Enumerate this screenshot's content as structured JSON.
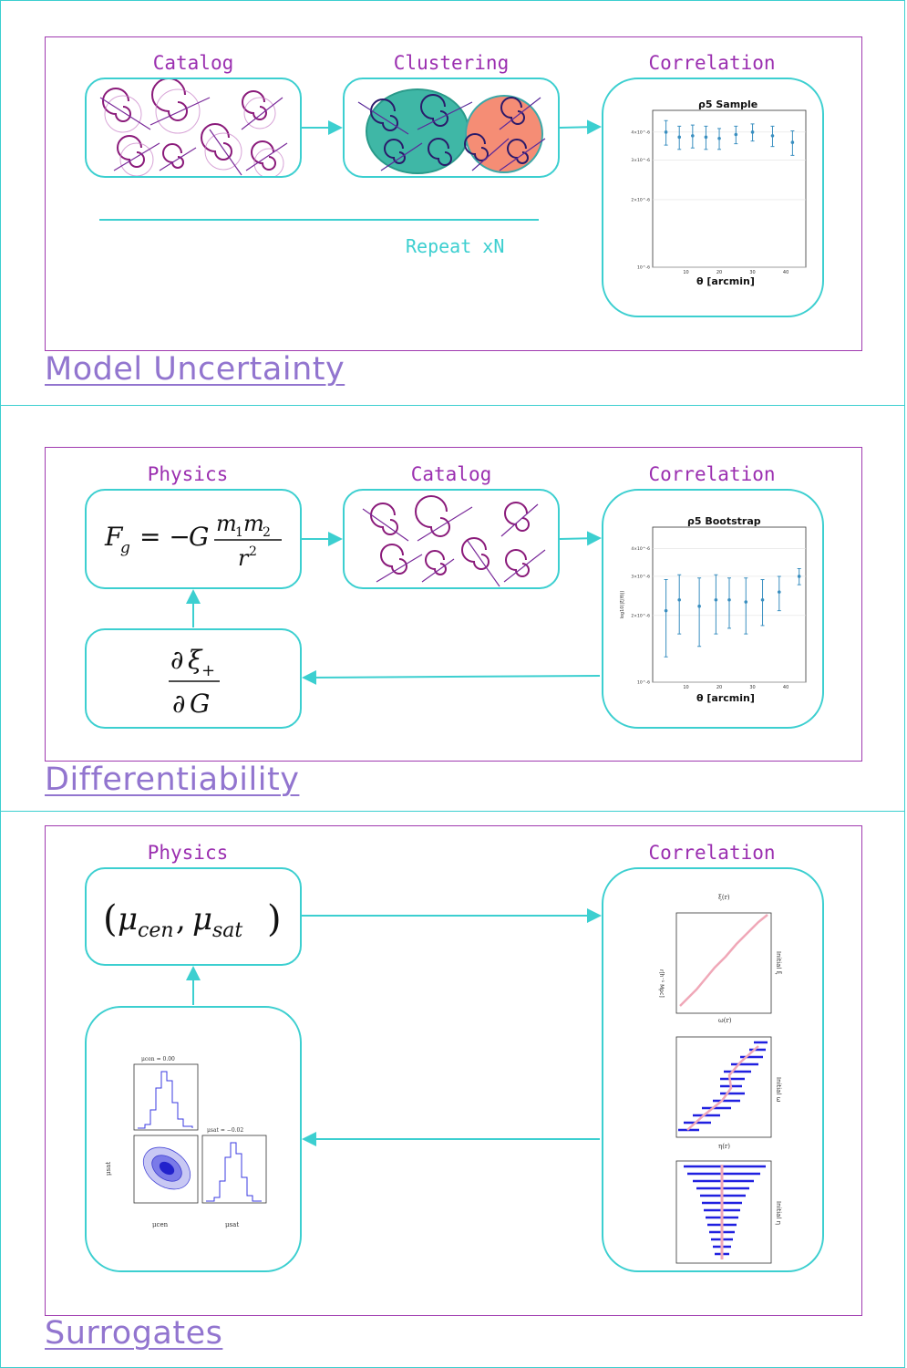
{
  "sections": {
    "model_uncertainty": {
      "title": "Model Uncertainty",
      "labels": {
        "catalog": "Catalog",
        "clustering": "Clustering",
        "correlation": "Correlation"
      },
      "repeat_text": "Repeat xN",
      "chart_title": "ρ5 Sample",
      "chart_xlabel": "θ [arcmin]"
    },
    "differentiability": {
      "title": "Differentiability",
      "labels": {
        "physics": "Physics",
        "catalog": "Catalog",
        "correlation": "Correlation"
      },
      "chart_title": "ρ5 Bootstrap",
      "chart_xlabel": "θ [arcmin]",
      "chart_ylabel": "log10(|ξ(θ)|)"
    },
    "surrogates": {
      "title": "Surrogates",
      "labels": {
        "physics": "Physics",
        "correlation": "Correlation"
      },
      "corner_titles": [
        "μcen = 0.00+0.16−0.19",
        "μsat = −0.02+0.06−0.05"
      ],
      "corner_xlabels": [
        "μcen",
        "μsat"
      ],
      "corner_ylabel": "μsat",
      "panel_titles": [
        "ξ(r)",
        "ω(r)",
        "η(r)"
      ],
      "panel_side": [
        "Initial ξ",
        "Initial ω",
        "Initial η"
      ]
    }
  },
  "colors": {
    "accent": "#3ccfd0",
    "frame": "#a03ab0",
    "title": "#9275cf",
    "teal_cluster": "#3fb7a6",
    "salmon_cluster": "#f58d75",
    "errorbar": "#3a8fc0"
  },
  "chart_data": [
    {
      "type": "scatter",
      "title": "ρ5 Sample",
      "xlabel": "θ [arcmin]",
      "ylabel": "",
      "x": [
        4,
        8,
        12,
        16,
        20,
        25,
        30,
        36,
        42
      ],
      "y": [
        4e-06,
        3.8e-06,
        3.85e-06,
        3.8e-06,
        3.75e-06,
        3.9e-06,
        4e-06,
        3.85e-06,
        3.6e-06
      ],
      "err": [
        5e-07,
        4.5e-07,
        4.5e-07,
        4.5e-07,
        4e-07,
        3.5e-07,
        3.5e-07,
        4e-07,
        4.5e-07
      ],
      "yscale": "log",
      "ylim": [
        1e-06,
        5e-06
      ],
      "xticks": [
        10,
        20,
        30,
        40
      ],
      "yticklabels": [
        "10^-6",
        "2×10^-6",
        "3×10^-6",
        "4×10^-6"
      ]
    },
    {
      "type": "scatter",
      "title": "ρ5 Bootstrap",
      "xlabel": "θ [arcmin]",
      "ylabel": "log10(|ξ(θ)|)",
      "x": [
        4,
        8,
        14,
        19,
        23,
        28,
        33,
        38,
        44
      ],
      "y": [
        2.1e-06,
        2.35e-06,
        2.2e-06,
        2.35e-06,
        2.35e-06,
        2.3e-06,
        2.35e-06,
        2.55e-06,
        3e-06
      ],
      "err": [
        8e-07,
        7e-07,
        7.5e-07,
        7e-07,
        6e-07,
        6.5e-07,
        5.5e-07,
        4.5e-07,
        2.5e-07
      ],
      "yscale": "log",
      "ylim": [
        1e-06,
        5e-06
      ],
      "xticks": [
        10,
        20,
        30,
        40
      ],
      "yticklabels": [
        "10^-6",
        "2×10^-6",
        "3×10^-6",
        "4×10^-6"
      ]
    }
  ]
}
